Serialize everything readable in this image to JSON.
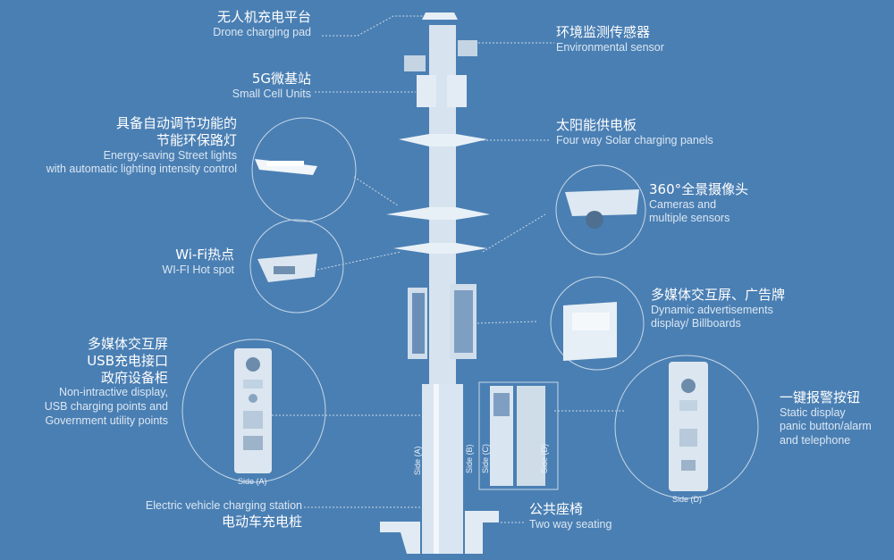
{
  "colors": {
    "background": "#4a7fb3",
    "pole": "#d7e3ee",
    "line": "#c9d9e8",
    "text": "#ffffff"
  },
  "labels": {
    "drone": {
      "cn": "无人机充电平台",
      "en": "Drone charging pad"
    },
    "env": {
      "cn": "环境监测传感器",
      "en": "Environmental sensor"
    },
    "cell": {
      "cn": "5G微基站",
      "en": "Small Cell Units"
    },
    "solar": {
      "cn": "太阳能供电板",
      "en": "Four way Solar charging panels"
    },
    "light": {
      "cn1": "具备自动调节功能的",
      "cn2": "节能环保路灯",
      "en1": "Energy-saving Street lights",
      "en2": "with automatic lighting intensity control"
    },
    "camera": {
      "cn": "360°全景摄像头",
      "en1": "Cameras and",
      "en2": "multiple sensors"
    },
    "wifi": {
      "cn": "Wi-Fi热点",
      "en": "WI-FI Hot spot"
    },
    "ads": {
      "cn": "多媒体交互屏、广告牌",
      "en1": "Dynamic advertisements",
      "en2": "display/ Billboards"
    },
    "usb": {
      "cn1": "多媒体交互屏",
      "cn2": "USB充电接口",
      "cn3": "政府设备柜",
      "en1": "Non-intractive display,",
      "en2": "USB charging points and",
      "en3": "Government utility points"
    },
    "panic": {
      "cn": "一键报警按钮",
      "en1": "Static display",
      "en2": "panic button/alarm",
      "en3": "and telephone"
    },
    "ev": {
      "en": "Electric vehicle charging station",
      "cn": "电动车充电桩"
    },
    "seat": {
      "cn": "公共座椅",
      "en": "Two way seating"
    },
    "sides": {
      "a": "Side (A)",
      "b": "Side (B)",
      "c": "Side (C)",
      "d": "Side (D)"
    }
  }
}
